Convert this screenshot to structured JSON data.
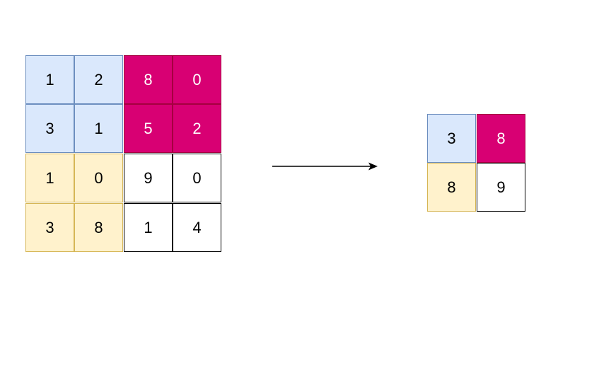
{
  "input_grid": [
    [
      {
        "value": "1",
        "color": "#dae8fc"
      },
      {
        "value": "2",
        "color": "#dae8fc"
      },
      {
        "value": "8",
        "color": "#d80073"
      },
      {
        "value": "0",
        "color": "#d80073"
      }
    ],
    [
      {
        "value": "3",
        "color": "#dae8fc"
      },
      {
        "value": "1",
        "color": "#dae8fc"
      },
      {
        "value": "5",
        "color": "#d80073"
      },
      {
        "value": "2",
        "color": "#d80073"
      }
    ],
    [
      {
        "value": "1",
        "color": "#fff2cc"
      },
      {
        "value": "0",
        "color": "#fff2cc"
      },
      {
        "value": "9",
        "color": "#ffffff"
      },
      {
        "value": "0",
        "color": "#ffffff"
      }
    ],
    [
      {
        "value": "3",
        "color": "#fff2cc"
      },
      {
        "value": "8",
        "color": "#fff2cc"
      },
      {
        "value": "1",
        "color": "#ffffff"
      },
      {
        "value": "4",
        "color": "#ffffff"
      }
    ]
  ],
  "output_grid": [
    [
      {
        "value": "3",
        "color": "#dae8fc"
      },
      {
        "value": "8",
        "color": "#d80073"
      }
    ],
    [
      {
        "value": "8",
        "color": "#fff2cc"
      },
      {
        "value": "9",
        "color": "#ffffff"
      }
    ]
  ]
}
